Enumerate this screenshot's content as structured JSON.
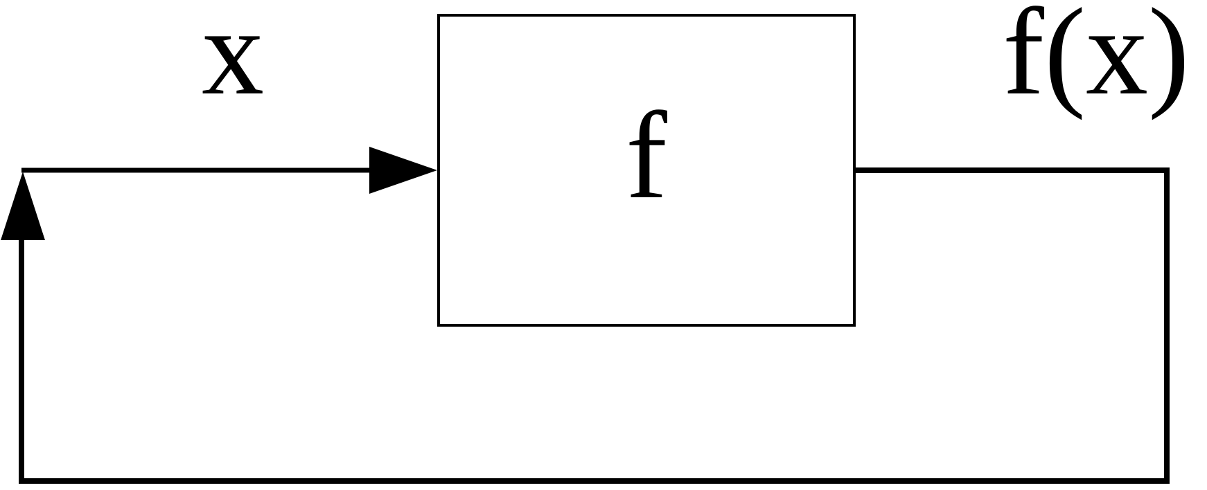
{
  "diagram": {
    "background_color": "#ffffff",
    "line_color": "#000000",
    "input_label": "x",
    "box_label": "f",
    "output_label": "f(x)"
  }
}
